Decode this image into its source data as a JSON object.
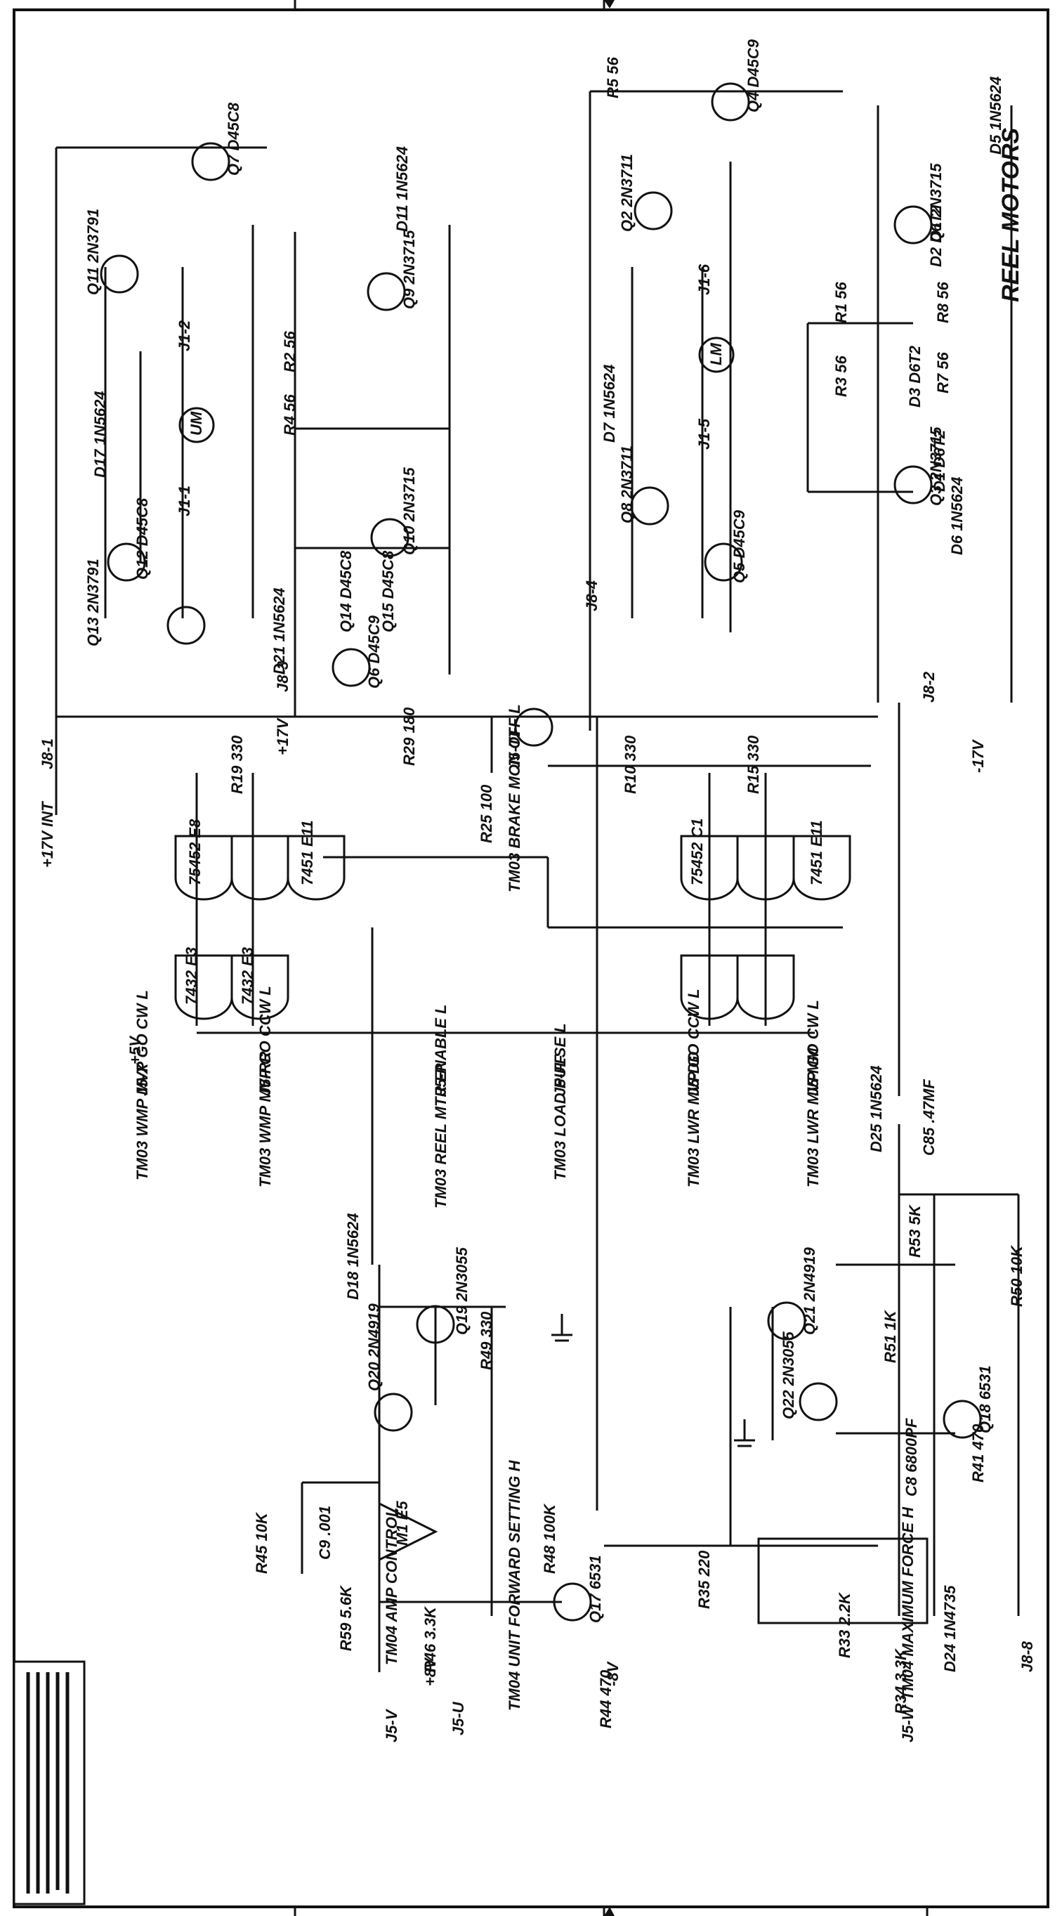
{
  "title": "REEL MOTORS",
  "signals": {
    "left_edge": [
      {
        "label": "TM04 AMP CONTROL",
        "connector": "J5-V"
      },
      {
        "label": "TM04 UNIT FORWARD SETTING H",
        "connector": "J5-U"
      },
      {
        "label": "TM04 MAXIMUM FORCE H",
        "connector": "J5-W"
      }
    ],
    "middle": [
      {
        "label": "TM03 WMP MVP GO CW L",
        "connector": "J5-X"
      },
      {
        "label": "TM03 WMP MVP GO CCW L",
        "connector": "J5-RR"
      },
      {
        "label": "TM03 REEL MTR ENABLE L",
        "connector": "J5-P"
      },
      {
        "label": "TM03 LOAD PULSE L",
        "connector": "J5-FF"
      },
      {
        "label": "TM03 LWR MVP GO CCW L",
        "connector": "J5-DD"
      },
      {
        "label": "TM03 LWR MVP GO CW L",
        "connector": "J5-MM"
      },
      {
        "label": "TM03 BRAKE MON OFF L",
        "connector": "J5-TT"
      }
    ],
    "rails": [
      "+17V INT",
      "+17V",
      "-17V",
      "+5V",
      "+8V",
      "-8V"
    ]
  },
  "connectors": [
    "J8-1",
    "J8-2",
    "J8-3",
    "J8-4",
    "J8-8",
    "J1-1",
    "J1-2",
    "J1-5",
    "J1-6"
  ],
  "motors": [
    "UM",
    "LM"
  ],
  "parts": {
    "transistors": [
      "Q1 2N3715",
      "Q2 2N3711",
      "Q3 2N3715",
      "Q4 D45C9",
      "Q5 D45C9",
      "Q6 D45C9",
      "Q7 D45C8",
      "Q8 2N3711",
      "Q9 2N3715",
      "Q10 2N3715",
      "Q11 2N3791",
      "Q12 D45C8",
      "Q13 2N3791",
      "Q14 D45C8",
      "Q15 D45C8",
      "Q17 6531",
      "Q18 6531",
      "Q19 2N3055",
      "Q20 2N4919",
      "Q21 2N4919",
      "Q22 2N3055"
    ],
    "diodes": [
      "D1 D6T2",
      "D2 D6T2",
      "D3 D6T2",
      "D5 1N5624",
      "D6 1N5624",
      "D7 1N5624",
      "D11 1N5624",
      "D17 1N5624",
      "D18 1N5624",
      "D21 1N5624",
      "D25 1N5624",
      "D24 1N4735"
    ],
    "gates": [
      "7432 E3",
      "7432 E3",
      "75452 C1",
      "75452 E8",
      "7451 E11",
      "7451 E11"
    ],
    "ics": [
      "M1 E5"
    ],
    "resistors": [
      "R1 56",
      "R2 56",
      "R3 56",
      "R4 56",
      "R5 56",
      "R7 56",
      "R8 56",
      "R10 330",
      "R15 330",
      "R19 330",
      "R25 100",
      "R29 180",
      "R33 2.2K",
      "R34 3.3K",
      "R35 220",
      "R41 470",
      "R44 470",
      "R45 10K",
      "R46 3.3K",
      "R48 100K",
      "R49 330",
      "R50 10K",
      "R51 1K",
      "R53 5K",
      "R59 5.6K"
    ],
    "capacitors": [
      "C8 6800PF",
      "C9 .001",
      "C85 .47MF"
    ]
  }
}
